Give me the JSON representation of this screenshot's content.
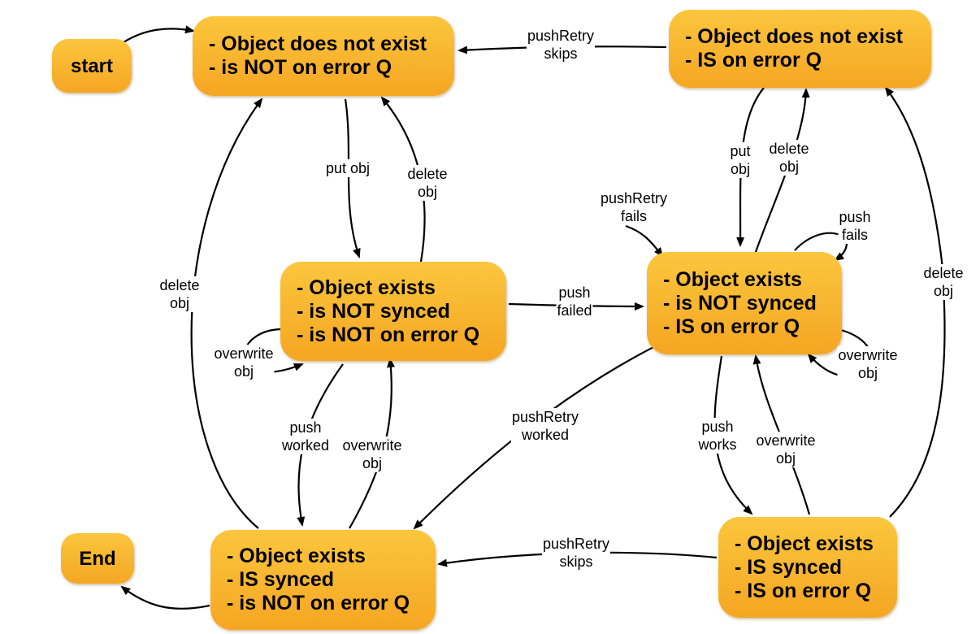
{
  "nodes": {
    "start": {
      "lines": [
        "start"
      ]
    },
    "end": {
      "lines": [
        "End"
      ]
    },
    "dne_notq": {
      "lines": [
        "- Object does not exist",
        "- is NOT on error Q"
      ]
    },
    "dne_q": {
      "lines": [
        "- Object does not exist",
        "- IS on error Q"
      ]
    },
    "ex_ns_notq": {
      "lines": [
        "- Object exists",
        "- is NOT synced",
        "- is NOT on error Q"
      ]
    },
    "ex_ns_q": {
      "lines": [
        "- Object exists",
        "- is NOT synced",
        "- IS on error Q"
      ]
    },
    "ex_s_notq": {
      "lines": [
        "- Object exists",
        "- IS synced",
        "- is NOT on error Q"
      ]
    },
    "ex_s_q": {
      "lines": [
        "- Object exists",
        "- IS synced",
        "- IS on error Q"
      ]
    }
  },
  "edges": {
    "pushretry_skips_top": [
      "pushRetry",
      "skips"
    ],
    "put_obj_left": [
      "put obj"
    ],
    "delete_obj_left": [
      "delete",
      "obj"
    ],
    "put_obj_right": [
      "put",
      "obj"
    ],
    "delete_obj_right": [
      "delete",
      "obj"
    ],
    "pushretry_fails": [
      "pushRetry",
      "fails"
    ],
    "push_fails": [
      "push",
      "fails"
    ],
    "push_failed": [
      "push",
      "failed"
    ],
    "delete_obj_far_left": [
      "delete",
      "obj"
    ],
    "delete_obj_far_right": [
      "delete",
      "obj"
    ],
    "overwrite_obj_left_loop": [
      "overwrite",
      "obj"
    ],
    "overwrite_obj_right_loop": [
      "overwrite",
      "obj"
    ],
    "push_worked": [
      "push",
      "worked"
    ],
    "overwrite_obj_mid_left": [
      "overwrite",
      "obj"
    ],
    "pushretry_worked": [
      "pushRetry",
      "worked"
    ],
    "push_works": [
      "push",
      "works"
    ],
    "overwrite_obj_mid_right": [
      "overwrite",
      "obj"
    ],
    "pushretry_skips_bottom": [
      "pushRetry",
      "skips"
    ]
  }
}
